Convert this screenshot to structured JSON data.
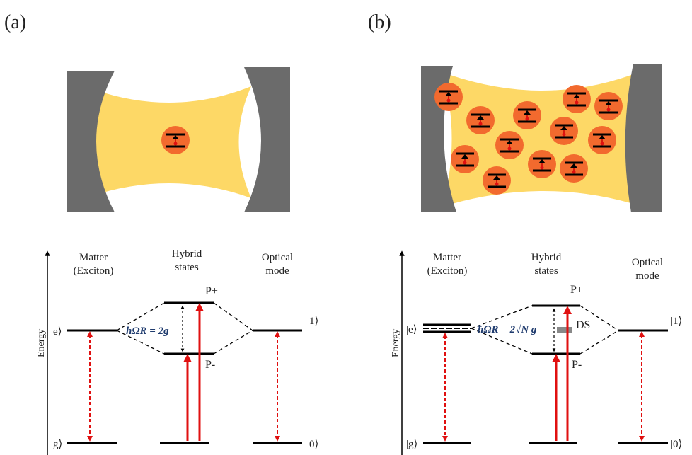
{
  "panel_a": {
    "label": "(a)",
    "col_matter": [
      "Matter",
      "(Exciton)"
    ],
    "col_hybrid": [
      "Hybrid",
      "states"
    ],
    "col_optical": [
      "Optical",
      "mode"
    ],
    "y_axis": "Energy",
    "ket_e": "|e⟩",
    "ket_g": "|g⟩",
    "ket_1": "|1⟩",
    "ket_0": "|0⟩",
    "upper": "P+",
    "lower": "P-",
    "rabi": "ħΩR = 2g"
  },
  "panel_b": {
    "label": "(b)",
    "col_matter": [
      "Matter",
      "(Exciton)"
    ],
    "col_hybrid": [
      "Hybrid",
      "states"
    ],
    "col_optical": [
      "Optical",
      "mode"
    ],
    "y_axis": "Energy",
    "ket_e": "|e⟩",
    "ket_g": "|g⟩",
    "ket_1": "|1⟩",
    "ket_0": "|0⟩",
    "upper": "P+",
    "lower": "P-",
    "dark": "DS",
    "rabi": "ħΩR = 2√N g"
  },
  "colors": {
    "mirror": "#6b6b6b",
    "field": "#fdd866",
    "molecule": "#f26a2e",
    "molecule_edge": "#f2a0a8",
    "arrow": "#e01010",
    "rabi_text": "#1f3b6e"
  }
}
